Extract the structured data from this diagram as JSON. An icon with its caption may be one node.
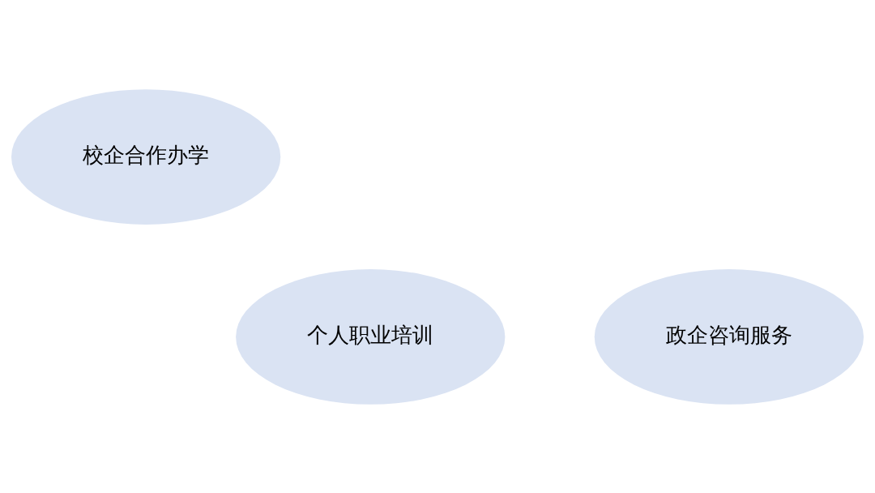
{
  "diagram": {
    "nodes": [
      {
        "text": [
          "校企合作办学"
        ]
      },
      {
        "text": [
          "政企咨询服务"
        ]
      },
      {
        "text": [
          "个人职业培训"
        ]
      }
    ]
  }
}
